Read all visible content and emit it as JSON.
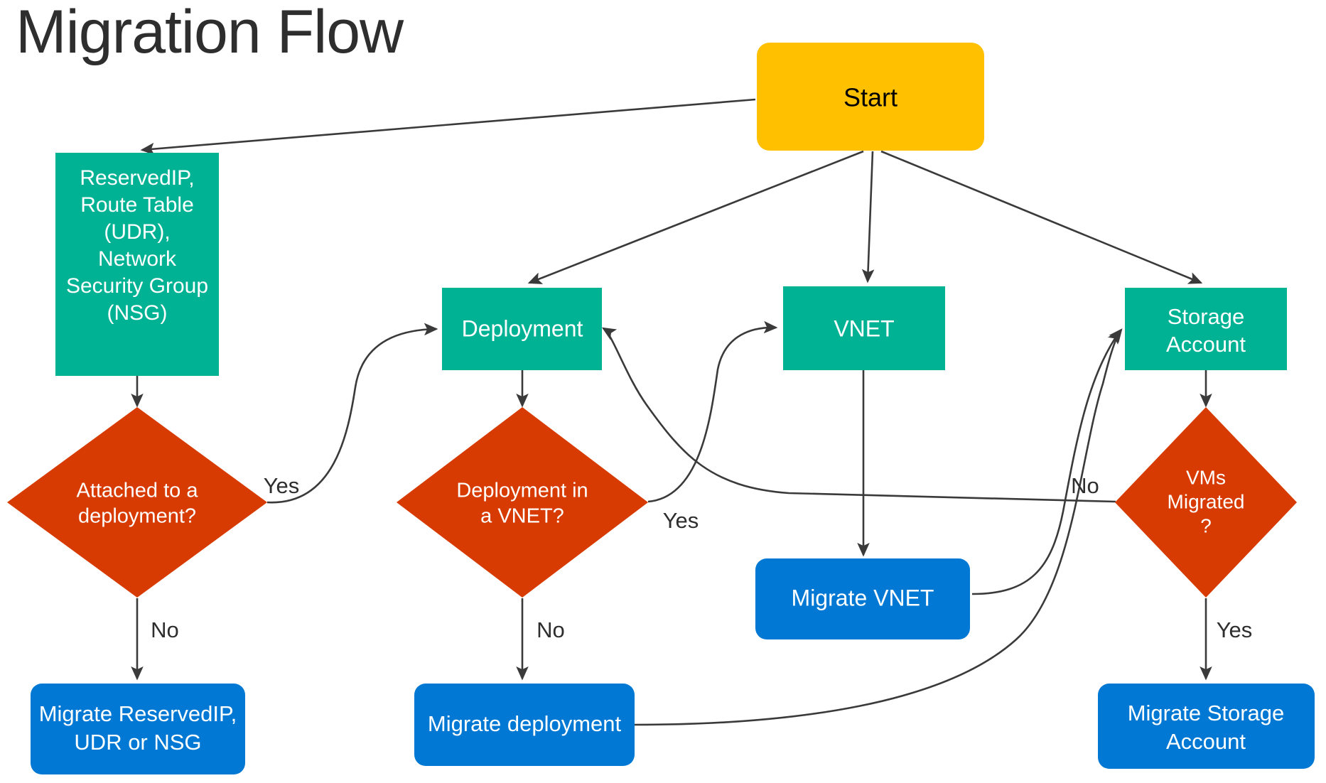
{
  "page": {
    "title": "Migration Flow",
    "background_color": "#FFFFFF",
    "title_color": "#2E2E2E"
  },
  "palette": {
    "start_fill": "#FFC000",
    "start_text": "#000000",
    "process_fill": "#00B294",
    "process_text": "#FFFFFF",
    "decision_fill": "#D83B01",
    "decision_text": "#FFFFFF",
    "action_fill": "#0078D4",
    "action_text": "#FFFFFF",
    "connector_stroke": "#3A3A3A",
    "label_text": "#2E2E2E"
  },
  "nodes": {
    "start": {
      "label": "Start",
      "shape": "rounded-rectangle"
    },
    "reserved_ip": {
      "lines": [
        "ReservedIP,",
        "Route Table",
        "(UDR),",
        "Network",
        "Security Group",
        "(NSG)"
      ],
      "shape": "rectangle"
    },
    "deployment": {
      "label": "Deployment",
      "shape": "rectangle"
    },
    "vnet": {
      "label": "VNET",
      "shape": "rectangle"
    },
    "storage_account": {
      "lines": [
        "Storage",
        "Account"
      ],
      "shape": "rectangle"
    },
    "attached_to_deployment": {
      "lines": [
        "Attached to a",
        "deployment?"
      ],
      "shape": "diamond"
    },
    "deployment_in_vnet": {
      "lines": [
        "Deployment in",
        "a VNET?"
      ],
      "shape": "diamond"
    },
    "vms_migrated": {
      "lines": [
        "VMs",
        "Migrated",
        "?"
      ],
      "shape": "diamond"
    },
    "migrate_reserved_ip": {
      "lines": [
        "Migrate ReservedIP,",
        "UDR or NSG"
      ],
      "shape": "rounded-rectangle"
    },
    "migrate_deployment": {
      "label": "Migrate deployment",
      "shape": "rounded-rectangle"
    },
    "migrate_vnet": {
      "label": "Migrate VNET",
      "shape": "rounded-rectangle"
    },
    "migrate_storage_account": {
      "lines": [
        "Migrate Storage",
        "Account"
      ],
      "shape": "rounded-rectangle"
    }
  },
  "edge_labels": {
    "attached_yes": "Yes",
    "attached_no": "No",
    "deployment_vnet_yes": "Yes",
    "deployment_vnet_no": "No",
    "vms_migrated_no": "No",
    "vms_migrated_yes": "Yes"
  }
}
